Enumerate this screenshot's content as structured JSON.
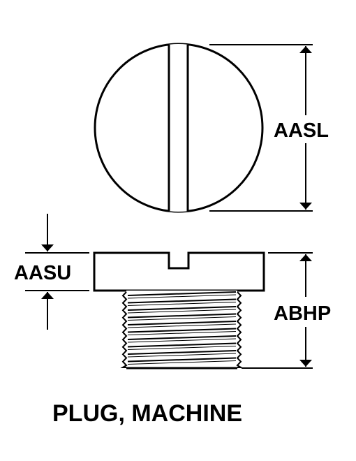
{
  "title": "PLUG, MACHINE",
  "dimensions": {
    "head_diameter": "AASL",
    "head_height": "AASU",
    "overall_height": "ABHP"
  },
  "colors": {
    "ink": "#000000",
    "background": "#ffffff"
  }
}
